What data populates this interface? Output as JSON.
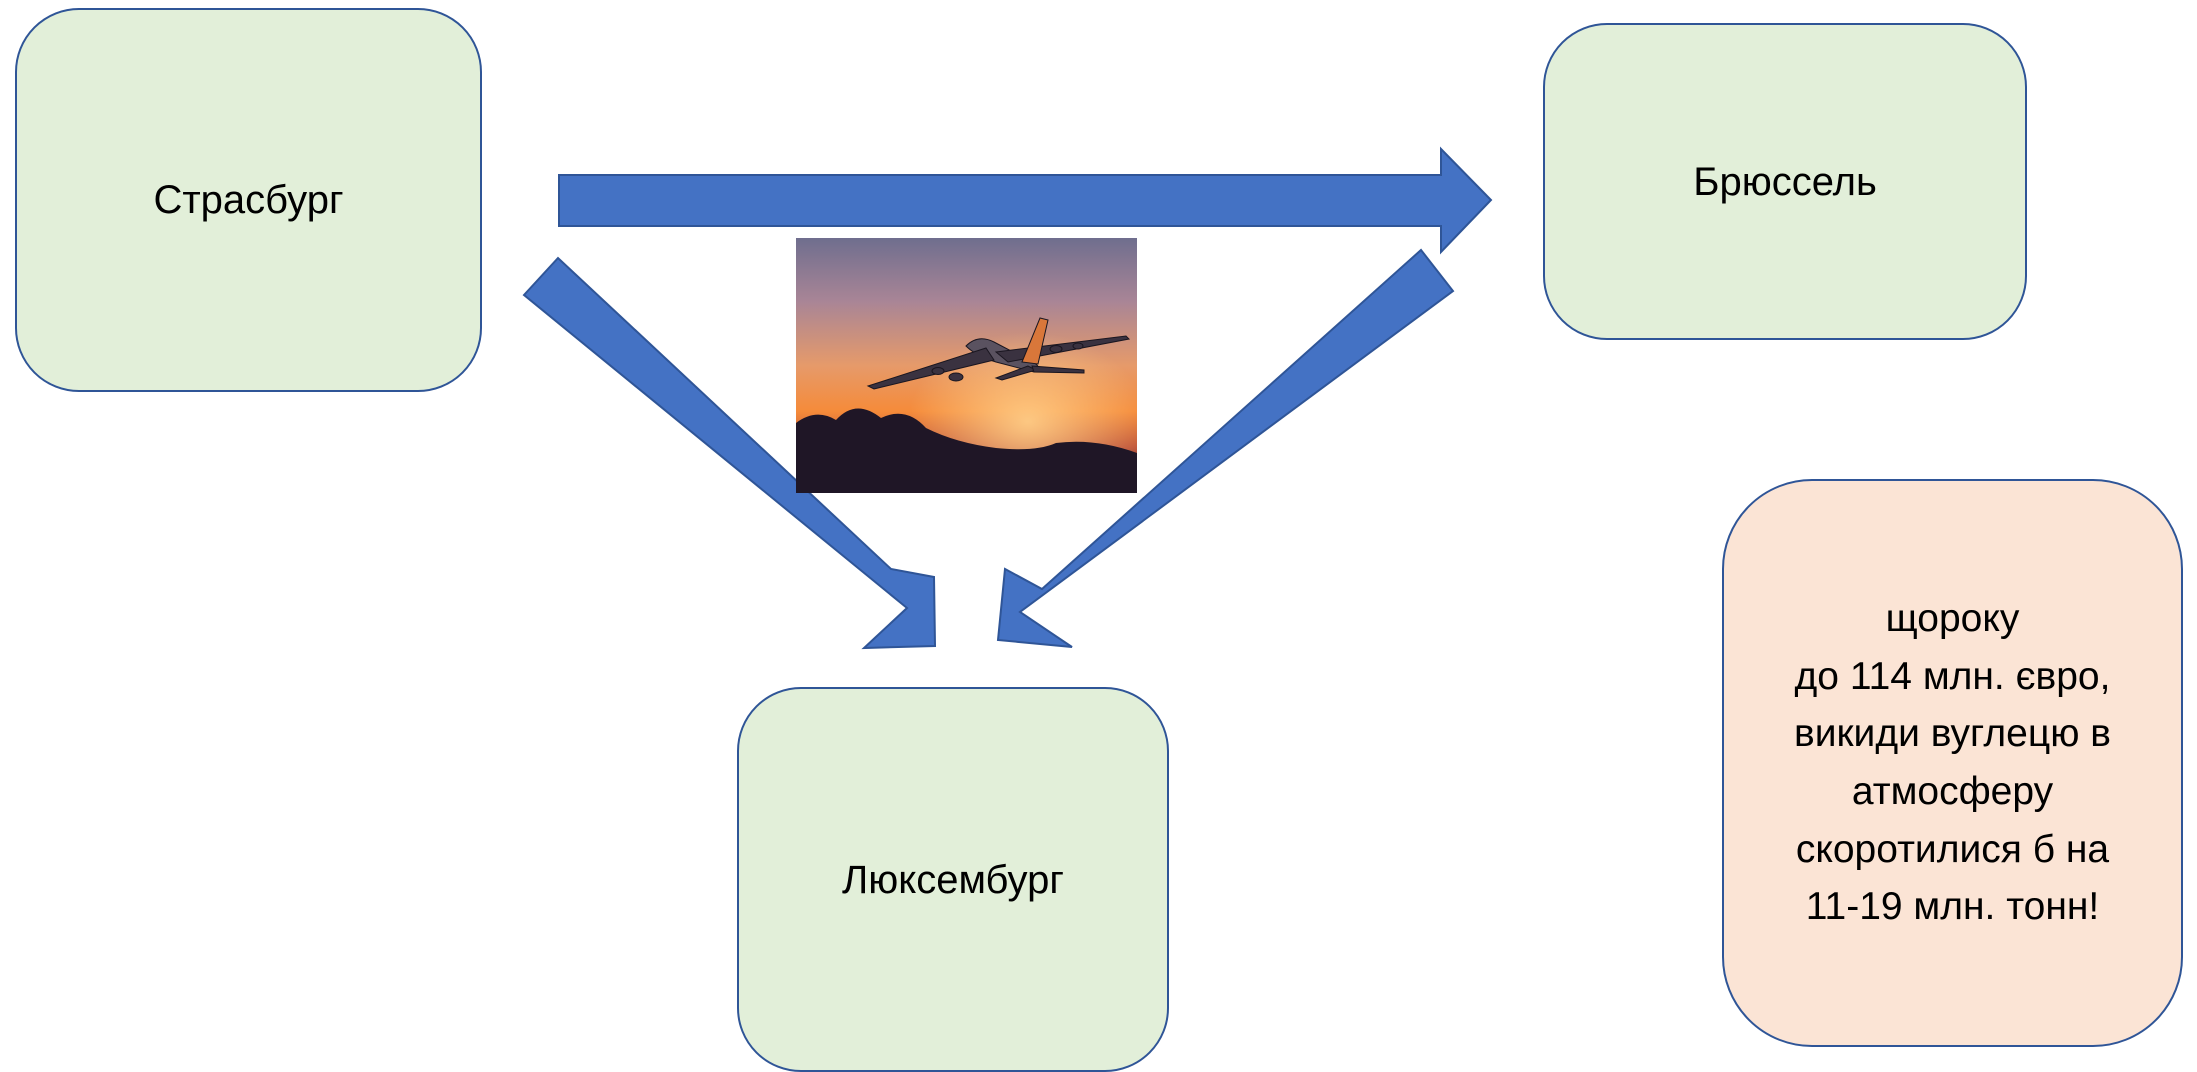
{
  "diagram": {
    "type": "flow",
    "nodes": [
      {
        "id": "strasbourg",
        "label": "Страсбург"
      },
      {
        "id": "brussels",
        "label": "Брюссель"
      },
      {
        "id": "luxembourg",
        "label": "Люксембург"
      }
    ],
    "edges": [
      {
        "from": "strasbourg",
        "to": "brussels"
      },
      {
        "from": "strasbourg",
        "to": "luxembourg"
      },
      {
        "from": "brussels",
        "to": "luxembourg"
      }
    ],
    "note": "щороку\nдо 114 млн. євро,\nвикиди вуглецю в\nатмосферу\nскоротилися б на\n11-19 млн. тонн!",
    "picture": "airplane-sunset"
  },
  "colors": {
    "node_fill": "#e2efd9",
    "note_fill": "#fbe4d5",
    "border": "#2f5597",
    "arrow": "#4472c4"
  }
}
